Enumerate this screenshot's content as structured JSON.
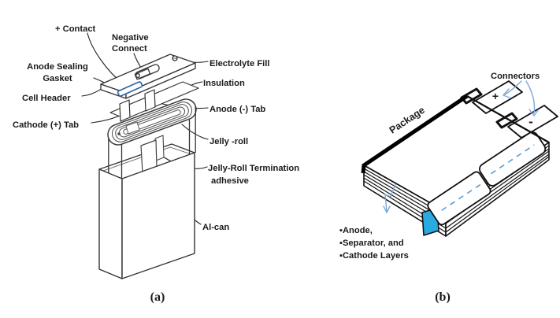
{
  "figure": {
    "background": "#ffffff",
    "colors": {
      "line_a": "#333333",
      "line_b": "#111111",
      "leader": "#222222",
      "gasket_highlight_blue": "#2e62a8",
      "layers_cyan": "#29abe2",
      "arrow_light_blue": "#7da7dc",
      "dash_blue": "#5b9bd5",
      "text": "#1a1a1a"
    },
    "panel_a": {
      "caption": "(a)",
      "labels": {
        "plus_contact": "+ Contact",
        "negative_connect": [
          "Negative",
          "Connect"
        ],
        "anode_sealing_gasket": [
          "Anode Sealing",
          "Gasket"
        ],
        "cell_header": "Cell Header",
        "cathode_tab": "Cathode (+) Tab",
        "electrolyte_fill": "Electrolyte Fill",
        "insulation": "Insulation",
        "anode_tab": "Anode (-) Tab",
        "jelly_roll": "Jelly -roll",
        "jelly_roll_termination": [
          "Jelly-Roll Termination",
          "adhesive"
        ],
        "al_can": "Al-can"
      }
    },
    "panel_b": {
      "caption": "(b)",
      "labels": {
        "connectors": "Connectors",
        "package": "Package",
        "plus_sign": "+",
        "minus_sign": "-",
        "layers": [
          "▪Anode,",
          "▪Separator, and",
          "▪Cathode Layers"
        ]
      }
    }
  }
}
